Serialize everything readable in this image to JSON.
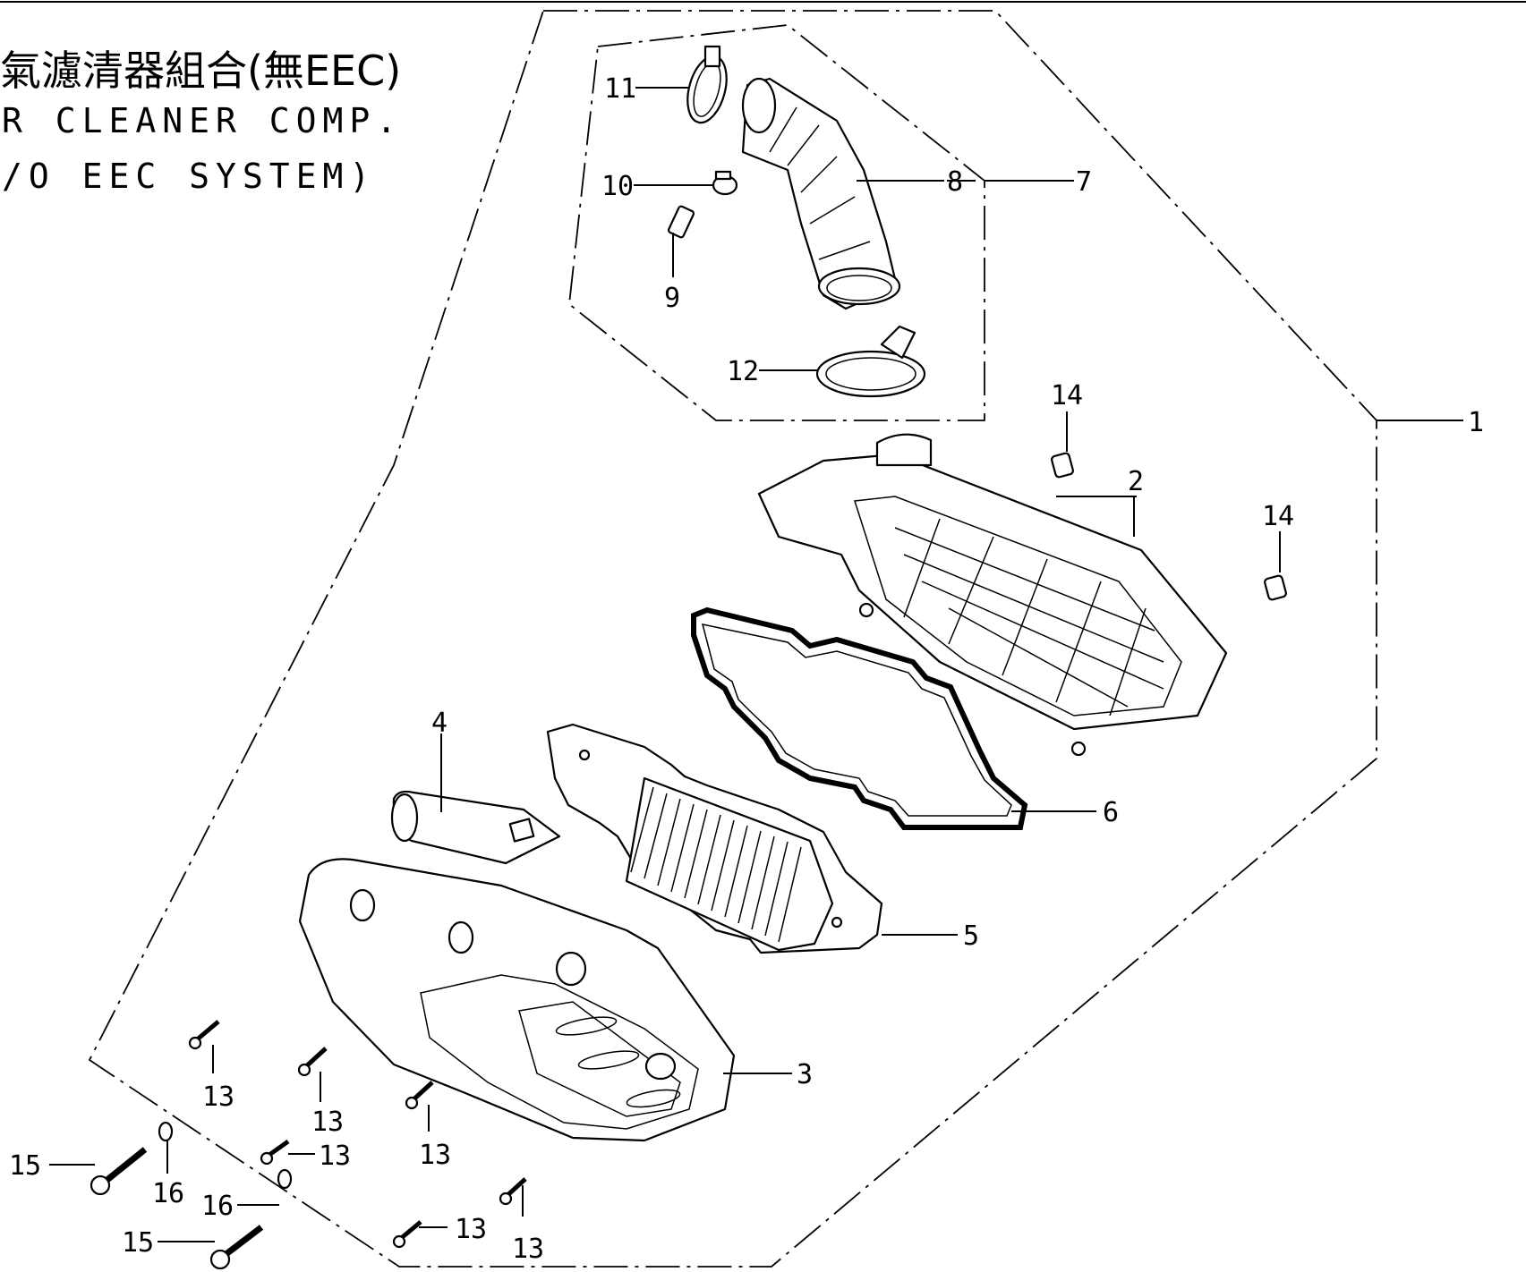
{
  "title": {
    "chinese": "氣濾清器組合(無EEC)",
    "english_line1": "R CLEANER COMP.",
    "english_line2": "/O EEC SYSTEM)"
  },
  "callouts": [
    {
      "id": "c1",
      "label": "1"
    },
    {
      "id": "c2",
      "label": "2"
    },
    {
      "id": "c3",
      "label": "3"
    },
    {
      "id": "c4",
      "label": "4"
    },
    {
      "id": "c5",
      "label": "5"
    },
    {
      "id": "c6",
      "label": "6"
    },
    {
      "id": "c7",
      "label": "7"
    },
    {
      "id": "c8",
      "label": "8"
    },
    {
      "id": "c9",
      "label": "9"
    },
    {
      "id": "c10",
      "label": "10"
    },
    {
      "id": "c11",
      "label": "11"
    },
    {
      "id": "c12",
      "label": "12"
    },
    {
      "id": "c13a",
      "label": "13"
    },
    {
      "id": "c13b",
      "label": "13"
    },
    {
      "id": "c13c",
      "label": "13"
    },
    {
      "id": "c13d",
      "label": "13"
    },
    {
      "id": "c13e",
      "label": "13"
    },
    {
      "id": "c13f",
      "label": "13"
    },
    {
      "id": "c14a",
      "label": "14"
    },
    {
      "id": "c14b",
      "label": "14"
    },
    {
      "id": "c15a",
      "label": "15"
    },
    {
      "id": "c15b",
      "label": "15"
    },
    {
      "id": "c16a",
      "label": "16"
    },
    {
      "id": "c16b",
      "label": "16"
    }
  ]
}
